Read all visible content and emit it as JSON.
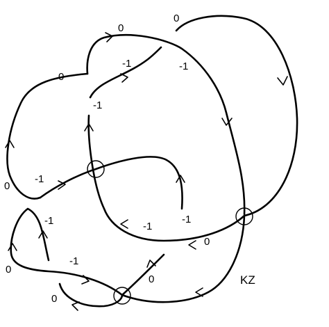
{
  "labels": {
    "top_0": "0",
    "upper_right_0": "0",
    "left_top_0": "0",
    "inner_top_neg1": "-1",
    "inner_top_right_neg1": "-1",
    "inner_left_neg1": "-1",
    "left_mid_neg1": "-1",
    "left_side_0": "0",
    "left_low_neg1": "-1",
    "center_bottom_neg1": "-1",
    "center_right_neg1": "-1",
    "bottom_mid_0": "0",
    "bottom_left_0": "0",
    "bottom_neg1": "-1",
    "bottom_0": "0",
    "bottom_far_left_0": "0"
  },
  "signature": "KZ",
  "colors": {
    "stroke": "#000000",
    "background": "#ffffff"
  }
}
